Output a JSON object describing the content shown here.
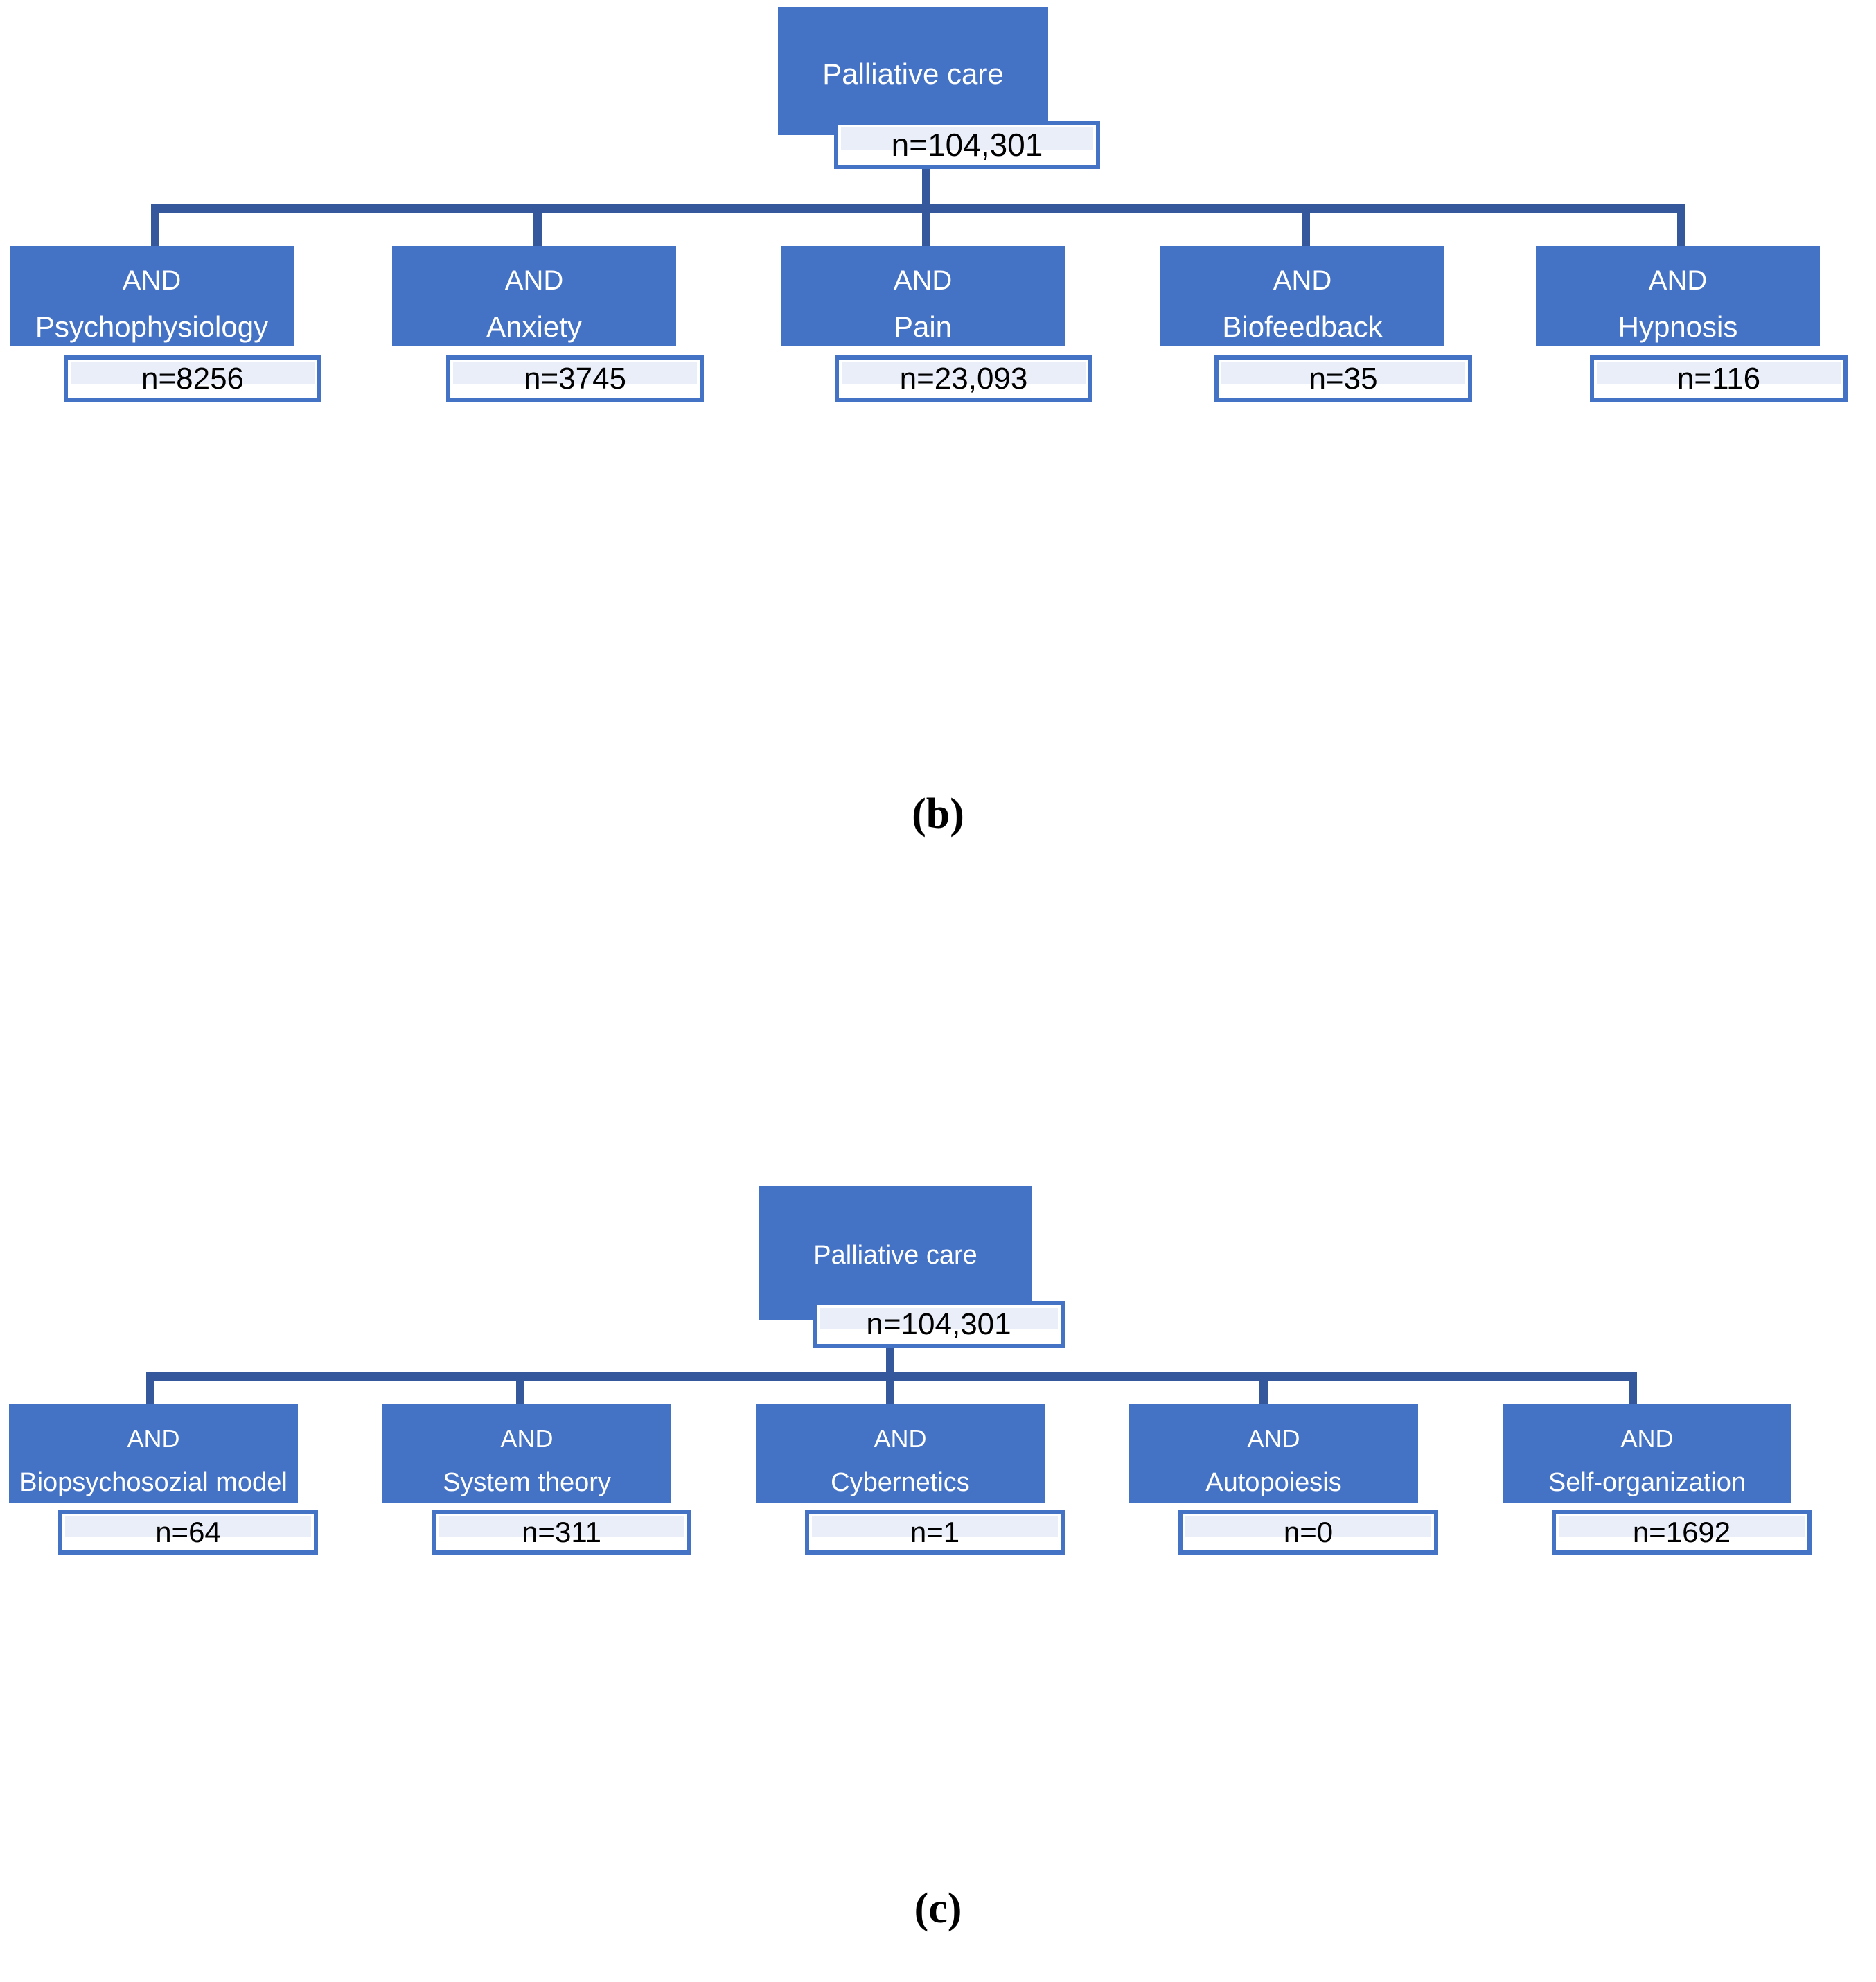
{
  "figure": {
    "colors": {
      "node_fill": "#4472c4",
      "connector": "#35589c",
      "nbox_border": "#4472c4",
      "nbox_highlight": "#e9eef8",
      "node_text": "#ffffff",
      "count_text": "#000000",
      "background": "#ffffff"
    },
    "panels": [
      {
        "caption": "(b)",
        "root": {
          "label": "Palliative care",
          "count": "n=104,301"
        },
        "operator": "AND",
        "children": [
          {
            "operator": "AND",
            "term": "Psychophysiology",
            "count": "n=8256"
          },
          {
            "operator": "AND",
            "term": "Anxiety",
            "count": "n=3745"
          },
          {
            "operator": "AND",
            "term": "Pain",
            "count": "n=23,093"
          },
          {
            "operator": "AND",
            "term": "Biofeedback",
            "count": "n=35"
          },
          {
            "operator": "AND",
            "term": "Hypnosis",
            "count": "n=116"
          }
        ]
      },
      {
        "caption": "(c)",
        "root": {
          "label": "Palliative care",
          "count": "n=104,301"
        },
        "operator": "AND",
        "children": [
          {
            "operator": "AND",
            "term": "Biopsychosozial model",
            "count": "n=64"
          },
          {
            "operator": "AND",
            "term": "System theory",
            "count": "n=311"
          },
          {
            "operator": "AND",
            "term": "Cybernetics",
            "count": "n=1"
          },
          {
            "operator": "AND",
            "term": "Autopoiesis",
            "count": "n=0"
          },
          {
            "operator": "AND",
            "term": "Self-organization",
            "count": "n=1692"
          }
        ]
      }
    ]
  }
}
